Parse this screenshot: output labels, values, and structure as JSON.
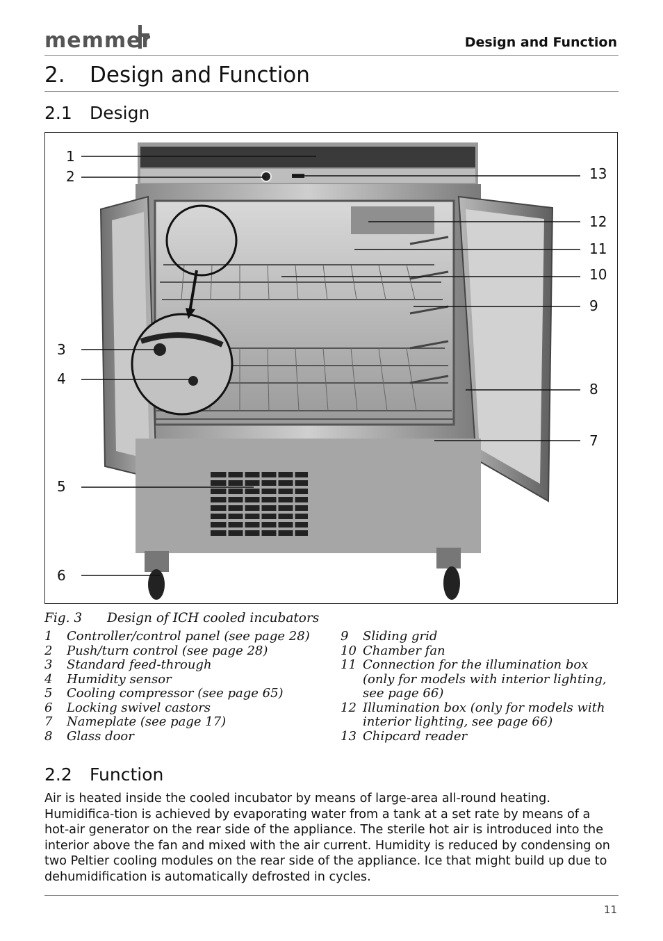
{
  "header": {
    "brand": "memmert",
    "section": "Design and Function"
  },
  "h1": {
    "num": "2.",
    "title": "Design and Function"
  },
  "section_design": {
    "num": "2.1",
    "title": "Design"
  },
  "figure": {
    "callouts_left": [
      "1",
      "2",
      "3",
      "4",
      "5",
      "6"
    ],
    "callouts_right": [
      "13",
      "12",
      "11",
      "10",
      "9",
      "8",
      "7"
    ],
    "caption_label": "Fig. 3",
    "caption_text": "Design of ICH cooled incubators"
  },
  "legend_left": [
    {
      "n": "1",
      "t": "Controller/control panel (see page 28)"
    },
    {
      "n": "2",
      "t": "Push/turn control (see page 28)"
    },
    {
      "n": "3",
      "t": "Standard feed-through"
    },
    {
      "n": "4",
      "t": "Humidity sensor"
    },
    {
      "n": "5",
      "t": "Cooling compressor (see page 65)"
    },
    {
      "n": "6",
      "t": "Locking swivel castors"
    },
    {
      "n": "7",
      "t": "Nameplate (see page 17)"
    },
    {
      "n": "8",
      "t": "Glass door"
    }
  ],
  "legend_right": [
    {
      "n": "9",
      "t": "Sliding grid"
    },
    {
      "n": "10",
      "t": "Chamber fan"
    },
    {
      "n": "11",
      "t": "Connection for the illumination box (only for models with interior lighting, see page 66)"
    },
    {
      "n": "12",
      "t": "Illumination box (only for models with interior lighting, see page 66)"
    },
    {
      "n": "13",
      "t": "Chipcard reader"
    }
  ],
  "section_function": {
    "num": "2.2",
    "title": "Function",
    "text": "Air is heated inside the cooled incubator by means of large-area all-round heating. Humidifica-tion is achieved by evaporating water from a tank at a set rate by means of a hot-air generator on the rear side of the appliance. The sterile hot air is introduced into the interior above the fan and mixed with the air current. Humidity is reduced by condensing on two Peltier cooling modules on the rear side of the appliance. Ice that might build up due to dehumidification is automatically defrosted in cycles."
  },
  "footer": {
    "page": "11"
  }
}
